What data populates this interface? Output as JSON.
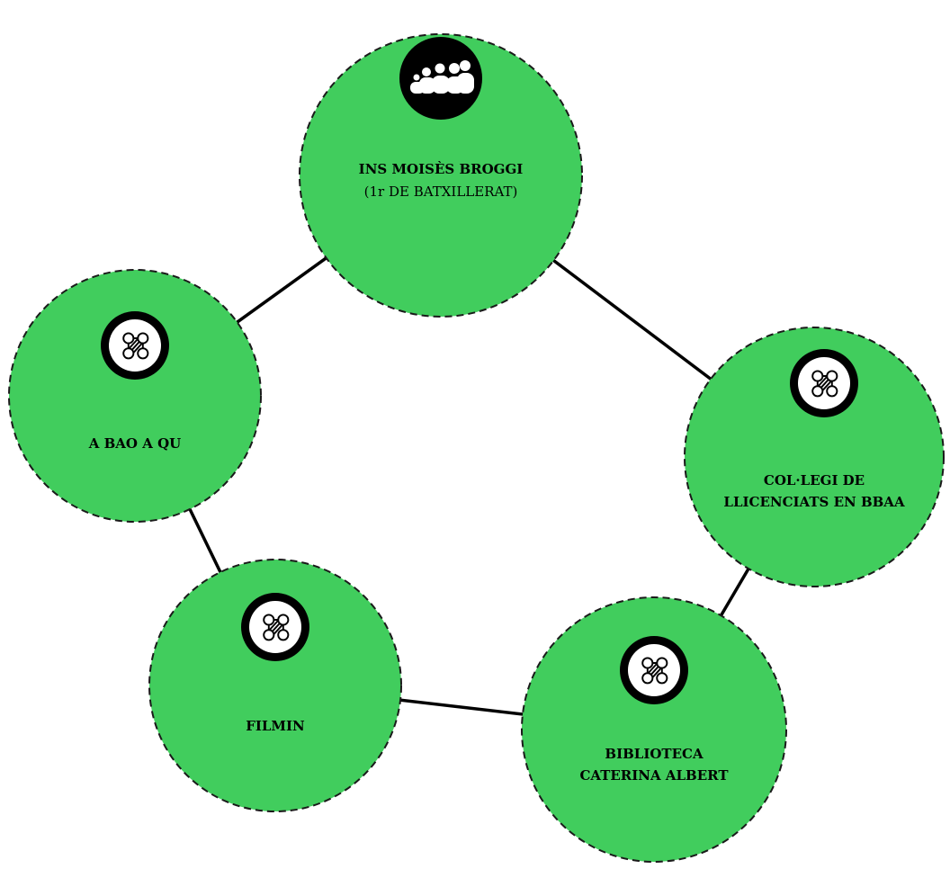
{
  "diagram": {
    "colors": {
      "node_fill": "#41cd5d",
      "icon_bg": "#000000",
      "icon_ring": "#ffffff",
      "connector": "#000000"
    },
    "center": {
      "title": "INS MOISÈS BROGGI",
      "subtitle": "(1r DE BATXILLERAT)",
      "icon": "people-group-icon"
    },
    "nodes": [
      {
        "id": "a-bao-a-qu",
        "lines": [
          "A BAO A QU"
        ],
        "icon": "network-nodes-icon"
      },
      {
        "id": "collegi",
        "lines": [
          "COL·LEGI DE",
          "LLICENCIATS EN BBAA"
        ],
        "icon": "network-nodes-icon"
      },
      {
        "id": "biblioteca",
        "lines": [
          "BIBLIOTECA",
          "CATERINA ALBERT"
        ],
        "icon": "network-nodes-icon"
      },
      {
        "id": "filmin",
        "lines": [
          "FILMIN"
        ],
        "icon": "network-nodes-icon"
      }
    ]
  }
}
